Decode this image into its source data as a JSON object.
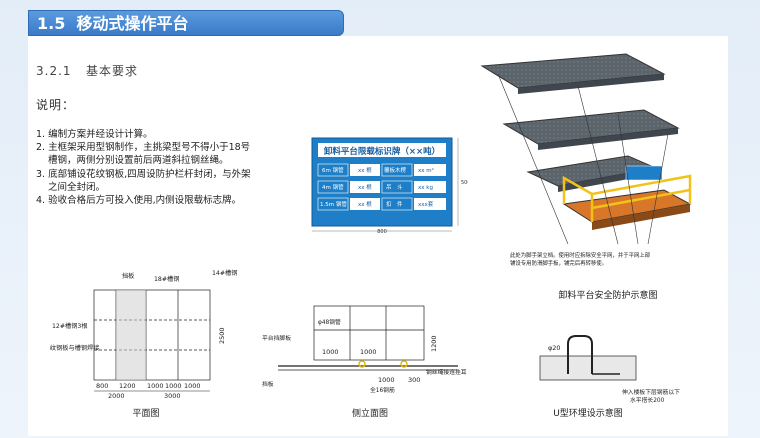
{
  "header": {
    "number": "1.5",
    "title": "移动式操作平台"
  },
  "section": {
    "number": "3.2.1",
    "title": "基本要求"
  },
  "note_label": "说明：",
  "requirements": [
    "1. 编制方案并经设计计算。",
    "2. 主框架采用型钢制作，主挑梁型号不得小于18号",
    "槽钢，两侧分别设置前后两道斜拉钢丝绳。",
    "3. 底部铺设花纹钢板,四周设防护栏杆封闭，与外架",
    "之间全封闭。",
    "4. 验收合格后方可投入使用,内侧设限载标志牌。"
  ],
  "sign": {
    "title": "卸料平台限载标识牌（××吨）",
    "rows": [
      [
        "6m 钢管",
        "xx 根",
        "覆板木楞",
        "xx m²"
      ],
      [
        "4m 钢管",
        "xx 根",
        "吊　斗",
        "xx kg"
      ],
      [
        "1.5m 钢管",
        "xx 根",
        "扣　件",
        "xxx套"
      ]
    ],
    "dim_width": "800",
    "dim_height": "500"
  },
  "platform_3d": {
    "annotation_line1": "此处为脚手架立档。使用时应拆除安全平网，并于平网上部",
    "annotation_line2": "铺设专用防滑脚手板，铺完后再转移使。",
    "caption": "卸料平台安全防护示意图"
  },
  "plan": {
    "labels": {
      "side": "挡板",
      "ch18": "18#槽钢",
      "ch14": "14#槽钢",
      "ch12": "12#槽钢3根",
      "plate": "δ3花纹钢板与槽钢焊接"
    },
    "height": "2500",
    "dims_top": [
      "800",
      "1200",
      "1000",
      "1000",
      "1000"
    ],
    "dims_bottom": [
      "2000",
      "3000"
    ],
    "caption": "平面图"
  },
  "elevation": {
    "labels": {
      "pipe": "φ48钢管",
      "rail": "平台挡脚板",
      "wire": "钢丝绳接连挂耳",
      "bolt": "全16钢筋",
      "side": "挡板"
    },
    "height": "1200",
    "dims": [
      "1000",
      "1000"
    ],
    "dims_low": [
      "1000",
      "300"
    ],
    "caption": "侧立面图"
  },
  "u_ring": {
    "label": "φ20",
    "note_line1": "伸入楼板下层钢筋以下",
    "note_line2": "水平搭长200",
    "caption": "U型环埋设示意图"
  }
}
